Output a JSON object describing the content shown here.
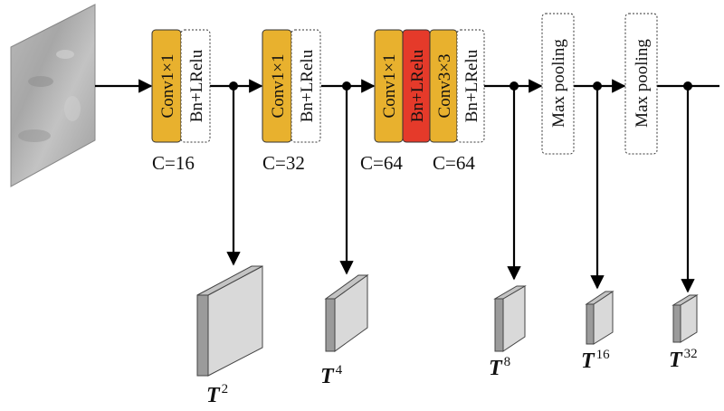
{
  "colors": {
    "conv": "#e8b12e",
    "bn_highlight": "#e53a2a",
    "bn": "#ffffff",
    "line": "#000000",
    "cube_front": "#9b9b9b",
    "cube_side": "#d9d9d9",
    "cube_top": "#c4c4c4"
  },
  "input_image": {
    "icon": "grayscale-image-patch"
  },
  "blocks": {
    "b1": {
      "conv": "Conv1×1",
      "bn": "Bn+LRelu",
      "channels": "C=16"
    },
    "b2": {
      "conv": "Conv1×1",
      "bn": "Bn+LRelu",
      "channels": "C=32"
    },
    "b3": {
      "conv1": "Conv1×1",
      "bn1": "Bn+LRelu",
      "conv2": "Conv3×3",
      "bn2": "Bn+LRelu",
      "channels1": "C=64",
      "channels2": "C=64"
    },
    "pool1": {
      "label": "Max pooling"
    },
    "pool2": {
      "label": "Max pooling"
    }
  },
  "outputs": [
    {
      "base": "T",
      "exp": "2"
    },
    {
      "base": "T",
      "exp": "4"
    },
    {
      "base": "T",
      "exp": "8"
    },
    {
      "base": "T",
      "exp": "16"
    },
    {
      "base": "T",
      "exp": "32"
    }
  ]
}
